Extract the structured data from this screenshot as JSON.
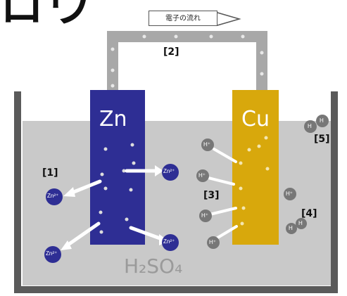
{
  "heading_fragment": "ロウ",
  "electron_flow_label": "電子の流れ",
  "wire_label": "[2]",
  "anode_label": "Zn",
  "cathode_label": "Cu",
  "electrolyte_label": "H₂SO₄",
  "markers": {
    "m1": "[1]",
    "m3": "[3]",
    "m4": "[4]",
    "m5": "[5]"
  },
  "ion_zinc": "Zn²⁺",
  "ion_hydrogen": "H⁺",
  "gas_label": "H",
  "colors": {
    "zinc": "#2e2e94",
    "copper": "#d8a80c",
    "solution": "#c9c9c9",
    "beaker": "#5a5a5a",
    "wire": "#a8a8a8"
  }
}
